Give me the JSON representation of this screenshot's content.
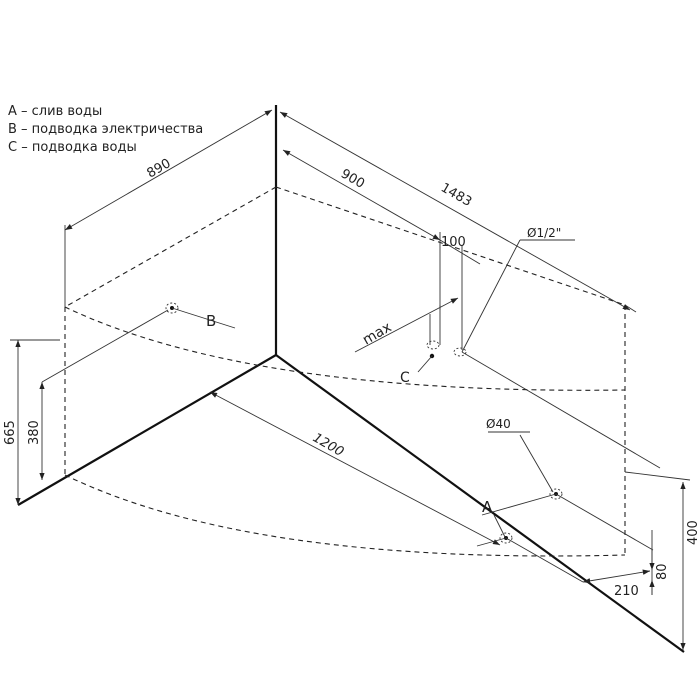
{
  "legend": [
    "A – слив воды",
    "B – подводка электричества",
    "C – подводка воды"
  ],
  "dimensions": {
    "width_left": "890",
    "width_right": "1483",
    "offset_900": "900",
    "offset_100": "100",
    "max": "max",
    "pipe": "Ø1/2\"",
    "diag": "1200",
    "drain": "Ø40",
    "h665": "665",
    "h380": "380",
    "h400": "400",
    "h80": "80",
    "d210": "210"
  },
  "labels": {
    "a": "A",
    "b": "B",
    "c": "C"
  }
}
